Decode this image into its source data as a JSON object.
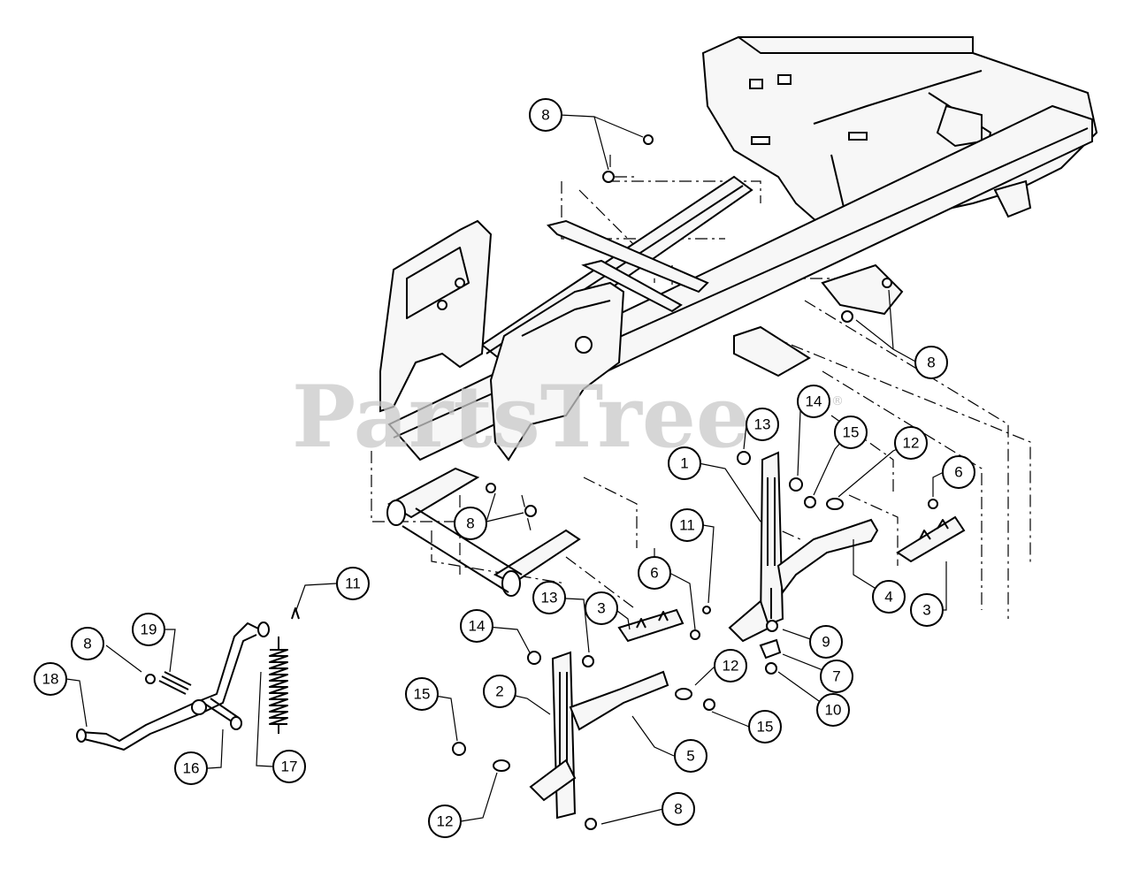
{
  "watermark": {
    "text": "PartsTree",
    "registered_mark": "®"
  },
  "callouts": [
    {
      "label": "8"
    },
    {
      "label": "8"
    },
    {
      "label": "8"
    },
    {
      "label": "13"
    },
    {
      "label": "14"
    },
    {
      "label": "15"
    },
    {
      "label": "12"
    },
    {
      "label": "1"
    },
    {
      "label": "6"
    },
    {
      "label": "11"
    },
    {
      "label": "6"
    },
    {
      "label": "13"
    },
    {
      "label": "3"
    },
    {
      "label": "4"
    },
    {
      "label": "3"
    },
    {
      "label": "14"
    },
    {
      "label": "2"
    },
    {
      "label": "12"
    },
    {
      "label": "9"
    },
    {
      "label": "7"
    },
    {
      "label": "10"
    },
    {
      "label": "15"
    },
    {
      "label": "5"
    },
    {
      "label": "15"
    },
    {
      "label": "12"
    },
    {
      "label": "8"
    },
    {
      "label": "11"
    },
    {
      "label": "8"
    },
    {
      "label": "19"
    },
    {
      "label": "18"
    },
    {
      "label": "16"
    },
    {
      "label": "17"
    }
  ]
}
